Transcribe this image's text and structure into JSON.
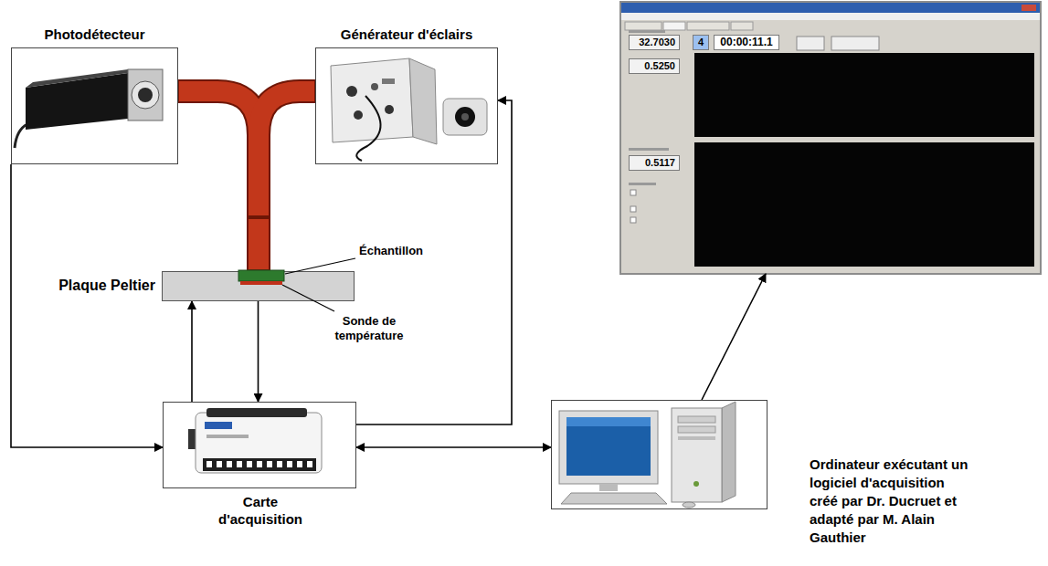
{
  "diagram": {
    "nodes": [
      {
        "text": [
          "Photodétecteur"
        ]
      },
      {
        "text": [
          "Générateur d'éclairs"
        ]
      },
      {
        "text": [
          "32.7030",
          "4",
          "00:00:11.1",
          "0.5250",
          "0.5117"
        ]
      },
      {
        "text": [
          "Plaque Peltier"
        ]
      },
      {
        "text": [
          "Carte d'acquisition"
        ]
      },
      {
        "text": [
          "Ordinateur exécutant un logiciel d'acquisition créé par Dr. Ducruet et adapté par M. Alain Gauthier"
        ]
      }
    ],
    "edges": [
      {
        "from": 0,
        "to": 4,
        "arrow": "to"
      },
      {
        "from": 4,
        "to": 3,
        "arrow": "to"
      },
      {
        "from": 3,
        "to": 4,
        "arrow": "to"
      },
      {
        "from": 4,
        "to": 1,
        "arrow": "to"
      },
      {
        "from": 4,
        "to": 5,
        "arrow": "both"
      },
      {
        "from": 5,
        "to": 2,
        "arrow": "to"
      }
    ],
    "labels": [
      "Échantillon",
      "Sonde de température"
    ]
  }
}
